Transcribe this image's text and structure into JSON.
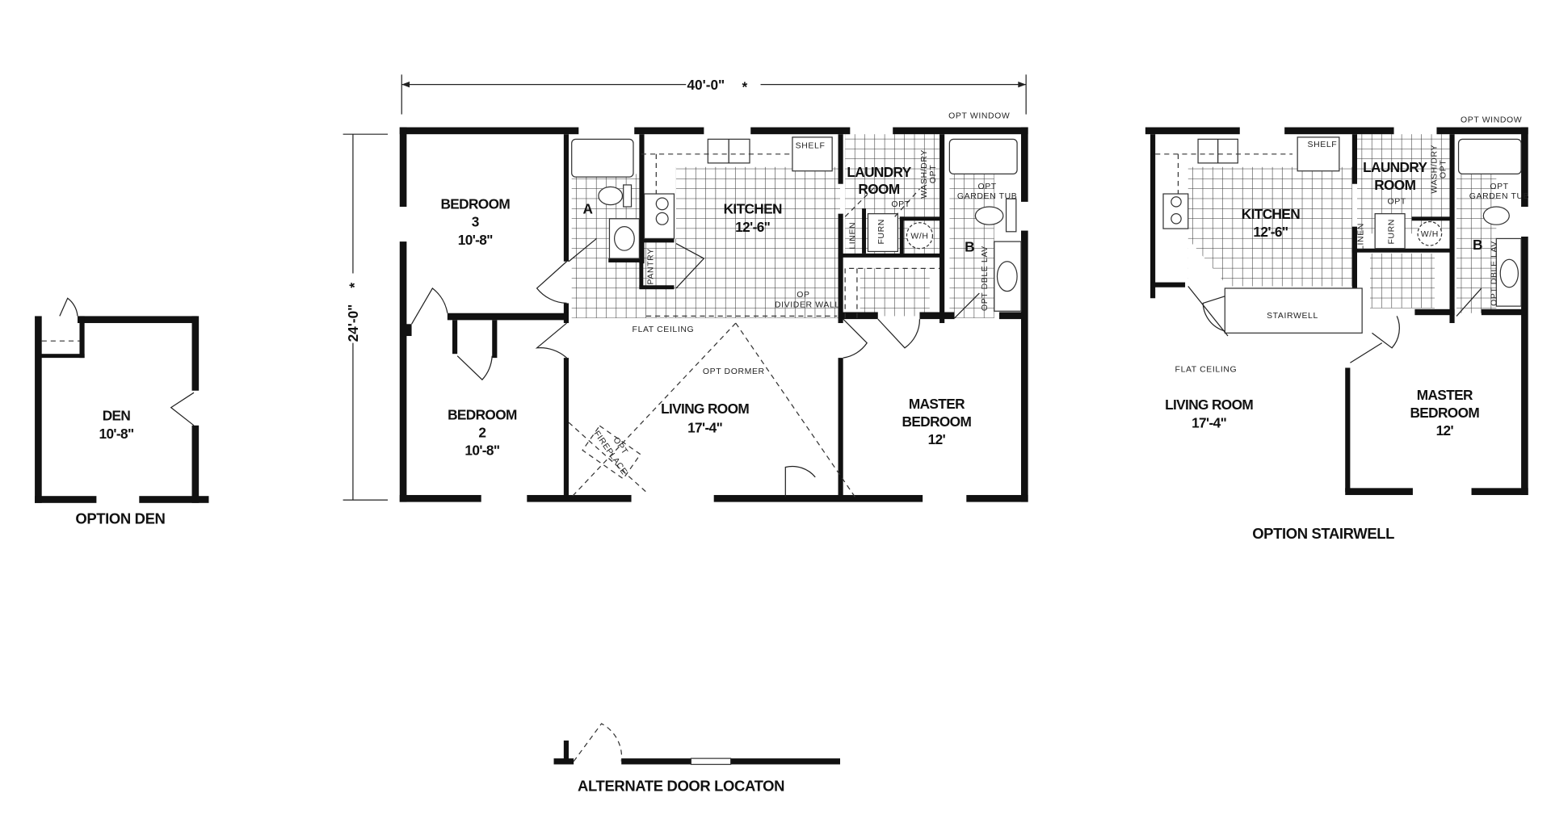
{
  "main_plan": {
    "width_dimension": "40'-0\"",
    "depth_dimension": "24'-0\"",
    "dimension_marker": "*",
    "rooms": {
      "bedroom3": {
        "name": "BEDROOM",
        "number": "3",
        "size": "10'-8\""
      },
      "bedroom2": {
        "name": "BEDROOM",
        "number": "2",
        "size": "10'-8\""
      },
      "bath_a": "A",
      "kitchen": {
        "name": "KITCHEN",
        "size": "12'-6\""
      },
      "laundry": {
        "line1": "LAUNDRY",
        "line2": "ROOM"
      },
      "bath_b": "B",
      "living": {
        "name": "LIVING ROOM",
        "size": "17'-4\""
      },
      "master": {
        "line1": "MASTER",
        "line2": "BEDROOM",
        "size": "12'"
      }
    },
    "notes": {
      "shelf": "SHELF",
      "pantry": "PANTRY",
      "wash_dry": "WASH/DRY",
      "wash_dry_opt": "OPT",
      "opt_window": "OPT WINDOW",
      "opt_garden": "OPT",
      "garden_tub": "GARDEN TUB",
      "linen": "LINEN",
      "furn": "FURN",
      "wh": "W/H",
      "opt": "OPT",
      "dble_lav": "OPT DBLE LAV",
      "divider_op": "OP",
      "divider_wall": "DIVIDER WALL",
      "flat_ceiling": "FLAT CEILING",
      "opt_dormer": "OPT DORMER",
      "fireplace_opt": "OPT",
      "fireplace": "FIREPLACE"
    }
  },
  "option_den": {
    "room": {
      "name": "DEN",
      "size": "10'-8\""
    },
    "caption": "OPTION DEN"
  },
  "option_stairwell": {
    "kitchen": {
      "name": "KITCHEN",
      "size": "12'-6\""
    },
    "shelf": "SHELF",
    "laundry": {
      "line1": "LAUNDRY",
      "line2": "ROOM"
    },
    "wash_dry": "WASH/DRY",
    "wash_dry_opt": "OPT",
    "opt_window": "OPT WINDOW",
    "opt_garden": "OPT",
    "garden_tub": "GARDEN TUB",
    "bath_b": "B",
    "linen": "LINEN",
    "furn": "FURN",
    "wh": "W/H",
    "opt": "OPT",
    "dble_lav": "OPT DBLE LAV",
    "stairwell": "STAIRWELL",
    "flat_ceiling": "FLAT CEILING",
    "living": {
      "name": "LIVING ROOM",
      "size": "17'-4\""
    },
    "master": {
      "line1": "MASTER",
      "line2": "BEDROOM",
      "size": "12'"
    },
    "caption": "OPTION STAIRWELL"
  },
  "alternate_door": {
    "caption": "ALTERNATE DOOR LOCATON"
  }
}
